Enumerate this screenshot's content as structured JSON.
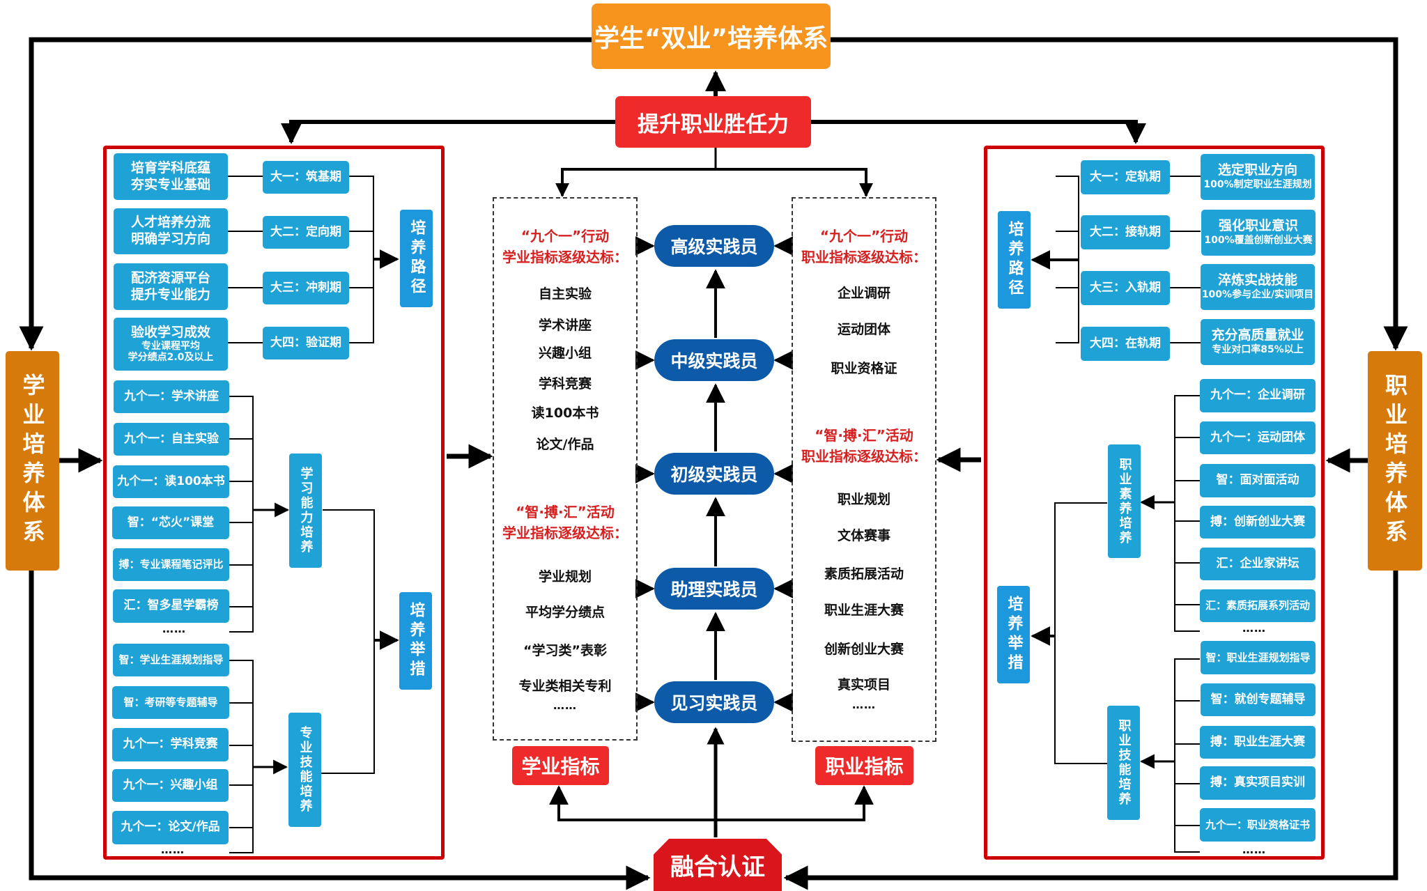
{
  "top": {
    "title": "学生“双业”培养体系",
    "competency": "提升职业胜任力"
  },
  "side": {
    "left": "学业培养体系",
    "right": "职业培养体系"
  },
  "left_panel": {
    "path_label": "培养路径",
    "measures_label": "培养举措",
    "stages": [
      {
        "goal_l1": "培育学科底蕴",
        "goal_l2": "夯实专业基础",
        "stage": "大一：筑基期"
      },
      {
        "goal_l1": "人才培养分流",
        "goal_l2": "明确学习方向",
        "stage": "大二：定向期"
      },
      {
        "goal_l1": "配济资源平台",
        "goal_l2": "提升专业能力",
        "stage": "大三：冲刺期"
      },
      {
        "goal_l1": "验收学习成效",
        "goal_l2": "专业课程平均",
        "goal_l3": "学分绩点2.0及以上",
        "stage": "大四：验证期"
      }
    ],
    "learning_group": {
      "label": "学习能力培养",
      "items": [
        "九个一：学术讲座",
        "九个一：自主实验",
        "九个一：读100本书",
        "智：“芯火”课堂",
        "搏：专业课程笔记评比",
        "汇：智多星学霸榜"
      ],
      "more": "……"
    },
    "skill_group": {
      "label": "专业技能培养",
      "items": [
        "智：学业生涯规划指导",
        "智：考研等专题辅导",
        "九个一：学科竞赛",
        "九个一：兴趣小组",
        "九个一：论文/作品"
      ],
      "more": "……"
    }
  },
  "right_panel": {
    "path_label": "培养路径",
    "measures_label": "培养举措",
    "stages": [
      {
        "stage": "大一：定轨期",
        "goal_l1": "选定职业方向",
        "goal_l2": "100%制定职业生涯规划"
      },
      {
        "stage": "大二：接轨期",
        "goal_l1": "强化职业意识",
        "goal_l2": "100%覆盖创新创业大赛"
      },
      {
        "stage": "大三：入轨期",
        "goal_l1": "淬炼实战技能",
        "goal_l2": "100%参与企业/实训项目"
      },
      {
        "stage": "大四：在轨期",
        "goal_l1": "充分高质量就业",
        "goal_l2": "专业对口率85%以上"
      }
    ],
    "quality_group": {
      "label": "职业素养培养",
      "items": [
        "九个一：企业调研",
        "九个一：运动团体",
        "智：面对面活动",
        "搏：创新创业大赛",
        "汇：企业家讲坛",
        "汇：素质拓展系列活动"
      ],
      "more": "……"
    },
    "skill_group": {
      "label": "职业技能培养",
      "items": [
        "智：职业生涯规划指导",
        "智：就创专题辅导",
        "搏：职业生涯大赛",
        "搏：真实项目实训",
        "九个一：职业资格证书"
      ],
      "more": "……"
    }
  },
  "center": {
    "levels": [
      "高级实践员",
      "中级实践员",
      "初级实践员",
      "助理实践员",
      "见习实践员"
    ],
    "academic": {
      "head1_l1": "“九个一”行动",
      "head1_l2": "学业指标逐级达标：",
      "list1": [
        "自主实验",
        "学术讲座",
        "兴趣小组",
        "学科竞赛",
        "读100本书",
        "论文/作品"
      ],
      "head2_l1": "“智·搏·汇”活动",
      "head2_l2": "学业指标逐级达标：",
      "list2": [
        "学业规划",
        "平均学分绩点",
        "“学习类”表彰",
        "专业类相关专利"
      ],
      "more": "……",
      "label": "学业指标"
    },
    "career": {
      "head1_l1": "“九个一”行动",
      "head1_l2": "职业指标逐级达标：",
      "list1": [
        "企业调研",
        "运动团体",
        "职业资格证"
      ],
      "head2_l1": "“智·搏·汇”活动",
      "head2_l2": "职业指标逐级达标：",
      "list2": [
        "职业规划",
        "文体赛事",
        "素质拓展活动",
        "职业生涯大赛",
        "创新创业大赛",
        "真实项目"
      ],
      "more": "……",
      "label": "职业指标"
    },
    "certification": "融合认证"
  }
}
